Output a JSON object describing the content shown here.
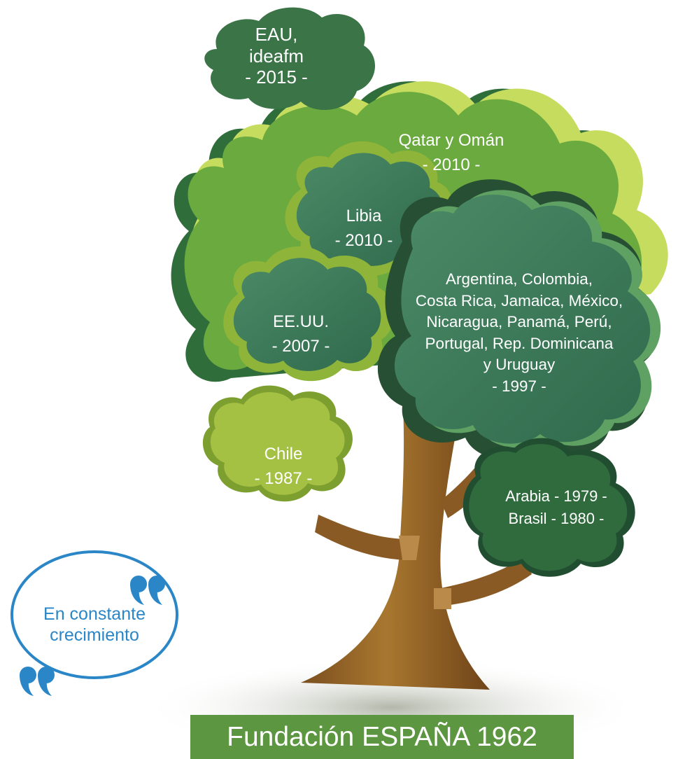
{
  "tree": {
    "eau": {
      "line1": "EAU,",
      "line2": "ideafm",
      "year": "- 2015 -"
    },
    "qatar": {
      "title": "Qatar y Omán",
      "year": "- 2010 -"
    },
    "libia": {
      "title": "Libia",
      "year": "- 2010 -"
    },
    "eeuu": {
      "title": "EE.UU.",
      "year": "- 2007 -"
    },
    "latam": {
      "lines": [
        "Argentina, Colombia,",
        "Costa Rica, Jamaica, México,",
        "Nicaragua, Panamá, Perú,",
        "Portugal, Rep. Dominicana",
        "y Uruguay"
      ],
      "year": "- 1997 -"
    },
    "chile": {
      "title": "Chile",
      "year": "- 1987 -"
    },
    "arabia_brasil": {
      "line1": "Arabia - 1979 -",
      "line2": "Brasil - 1980 -"
    }
  },
  "quote": {
    "line1": "En constante",
    "line2": "crecimiento"
  },
  "footer": {
    "title": "Fundación ESPAÑA 1962"
  },
  "colors": {
    "light_green": "#6aaa3e",
    "lime_rim": "#c6dc5e",
    "dark_green": "#3d7a42",
    "teal_green": "#3f7a5a",
    "olive": "#8fb43a",
    "trunk": "#9b6a2c",
    "quote_blue": "#2a86c6",
    "banner": "#5d9640"
  }
}
